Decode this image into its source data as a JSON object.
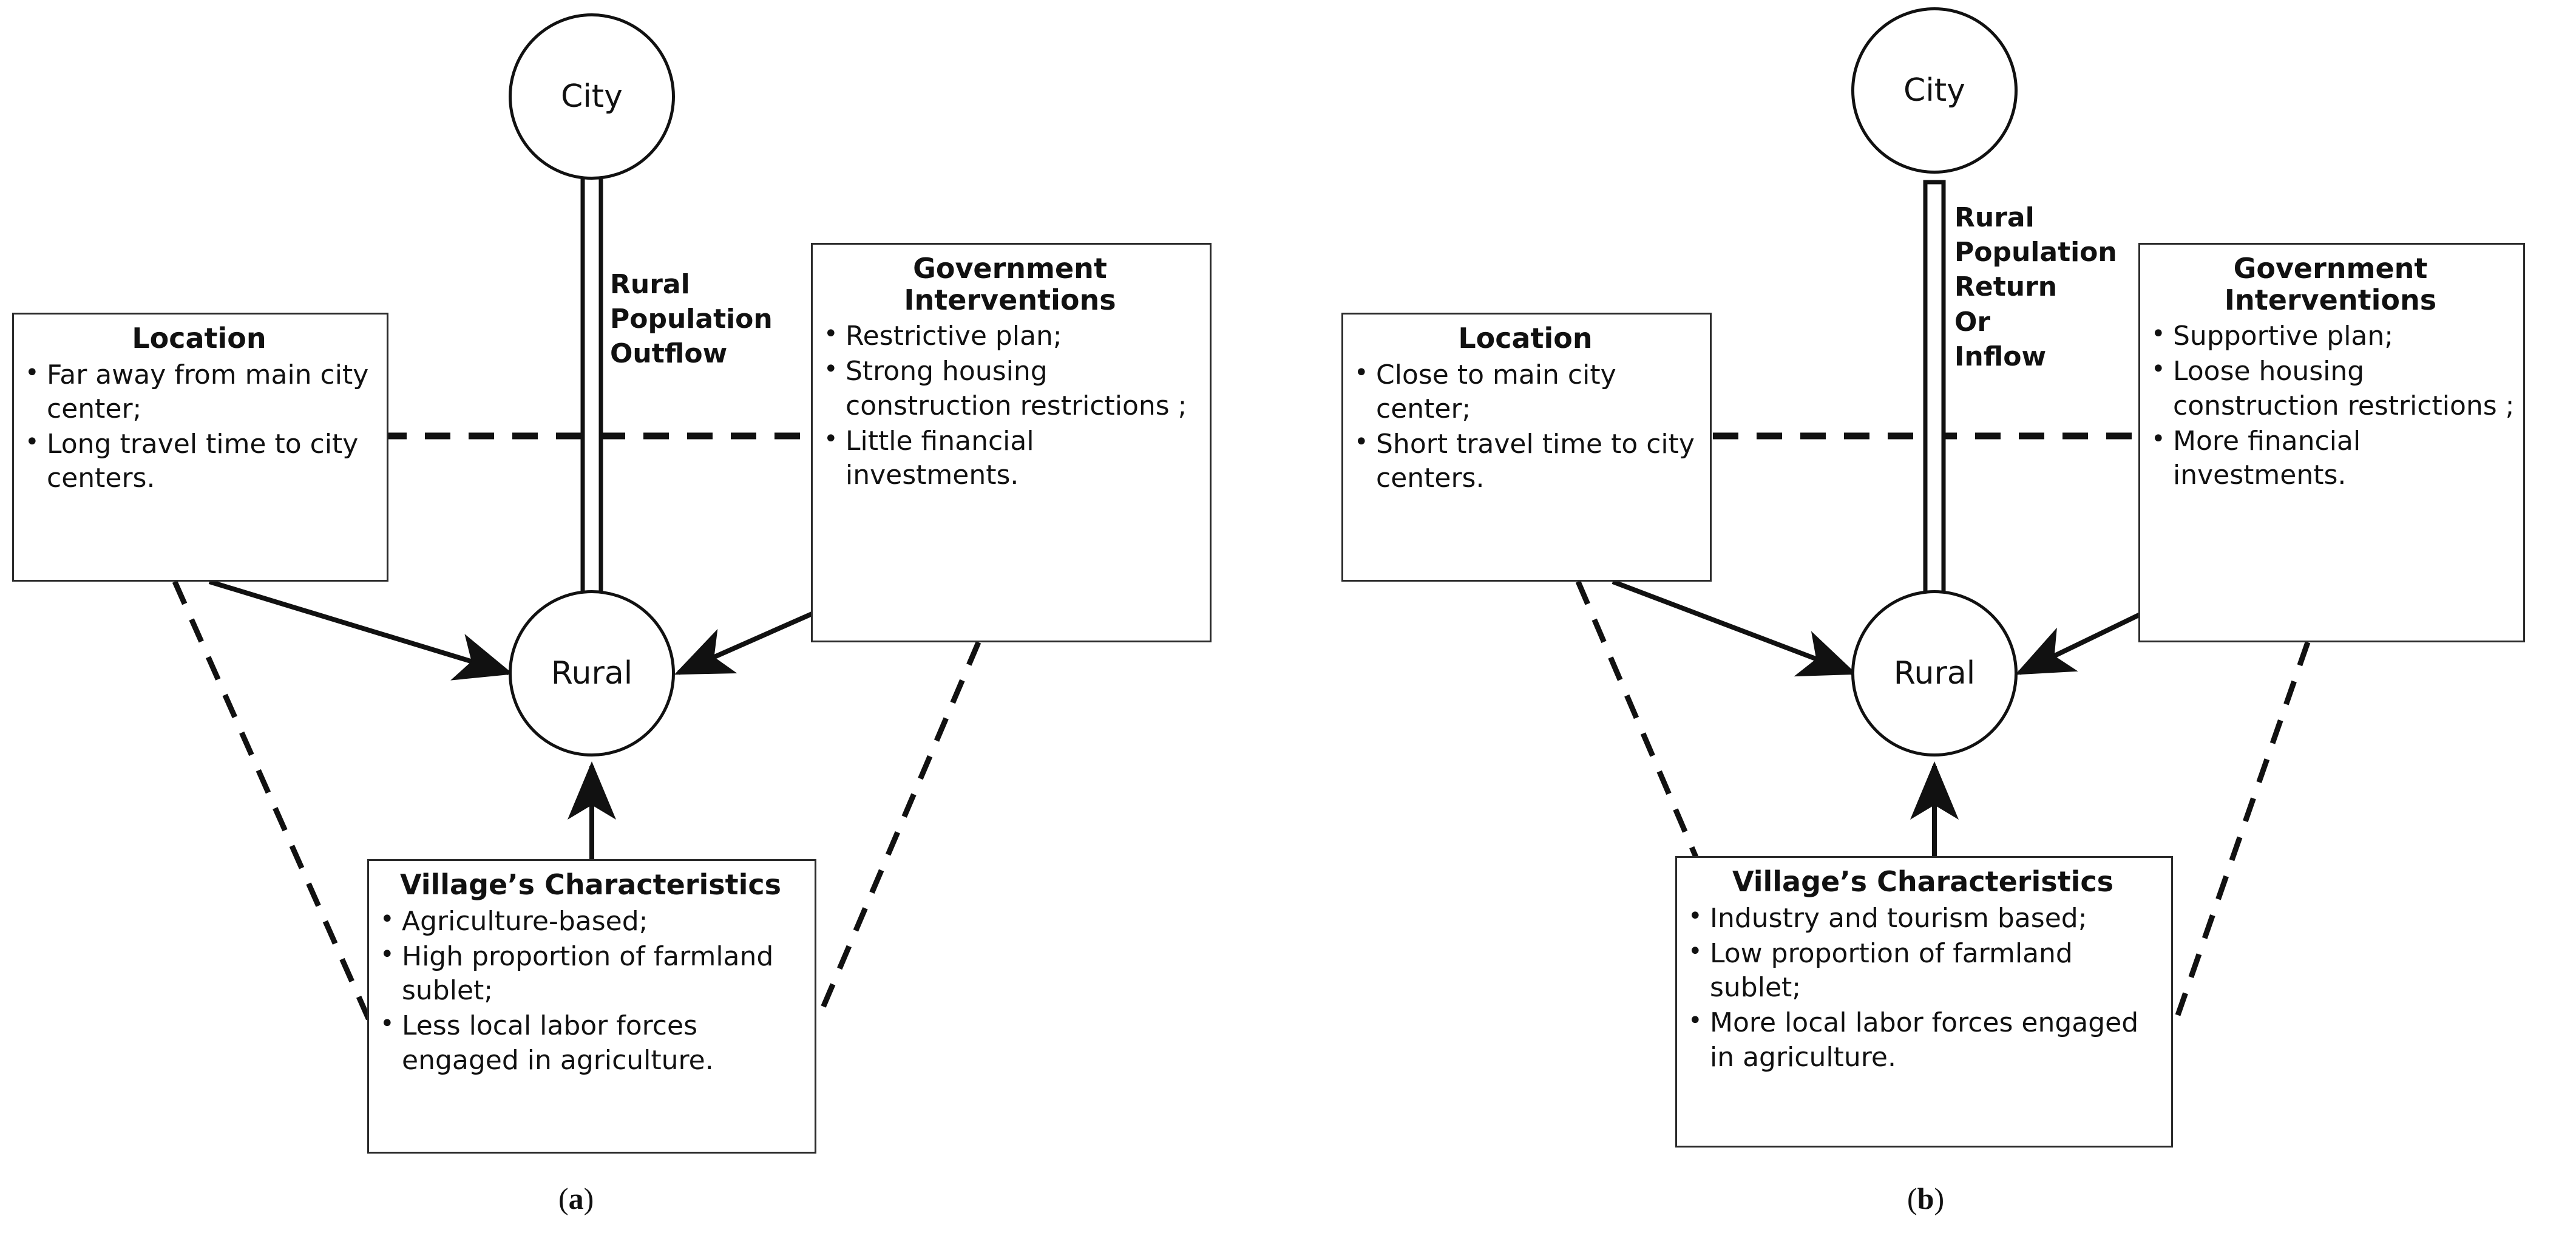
{
  "figure": {
    "panels": [
      {
        "id": "a",
        "caption": "(a)",
        "caption_letter": "a",
        "city_node": "City",
        "rural_node": "Rural",
        "flow_label": "Rural\nPopulation\nOutflow",
        "flow_direction": "up",
        "location_box": {
          "title": "Location",
          "items": [
            "Far away from main city center;",
            "Long travel time to city centers."
          ]
        },
        "government_box": {
          "title": "Government Interventions",
          "items": [
            "Restrictive plan;",
            "Strong housing construction restrictions ;",
            "Little financial investments."
          ]
        },
        "village_box": {
          "title": "Village’s Characteristics",
          "items": [
            "Agriculture-based;",
            "High proportion of farmland sublet;",
            "Less local labor forces engaged in agriculture."
          ]
        }
      },
      {
        "id": "b",
        "caption": "(b)",
        "caption_letter": "b",
        "city_node": "City",
        "rural_node": "Rural",
        "flow_label": "Rural\nPopulation\nReturn\nOr\nInflow",
        "flow_direction": "down",
        "location_box": {
          "title": "Location",
          "items": [
            "Close to main city center;",
            "Short travel time to city centers."
          ]
        },
        "government_box": {
          "title": "Government Interventions",
          "items": [
            "Supportive  plan;",
            "Loose housing construction restrictions ;",
            "More financial investments."
          ]
        },
        "village_box": {
          "title": "Village’s Characteristics",
          "items": [
            "Industry and tourism based;",
            "Low proportion of farmland sublet;",
            "More local labor forces engaged in agriculture."
          ]
        }
      }
    ],
    "colors": {
      "stroke": "#111111",
      "box_border": "#2b2b2b",
      "background": "#ffffff"
    }
  }
}
